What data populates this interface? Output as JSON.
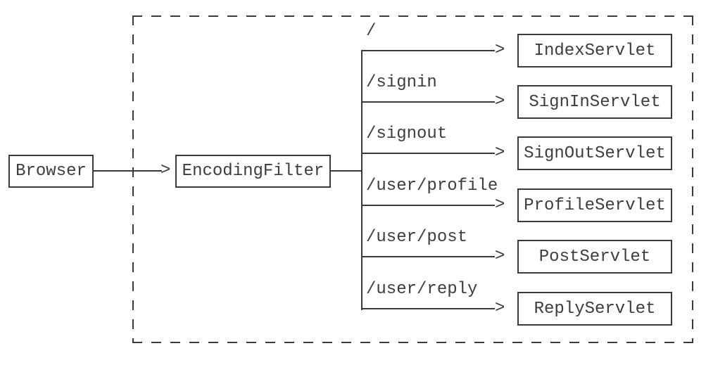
{
  "diagram": {
    "browser": {
      "label": "Browser"
    },
    "filter": {
      "label": "EncodingFilter"
    },
    "routes": [
      {
        "path": "/",
        "servlet": "IndexServlet"
      },
      {
        "path": "/signin",
        "servlet": "SignInServlet"
      },
      {
        "path": "/signout",
        "servlet": "SignOutServlet"
      },
      {
        "path": "/user/profile",
        "servlet": "ProfileServlet"
      },
      {
        "path": "/user/post",
        "servlet": "PostServlet"
      },
      {
        "path": "/user/reply",
        "servlet": "ReplyServlet"
      }
    ],
    "arrow_glyph": ">",
    "colors": {
      "line": "#3a3a3a",
      "text": "#3d3d3d",
      "background": "#ffffff"
    }
  }
}
